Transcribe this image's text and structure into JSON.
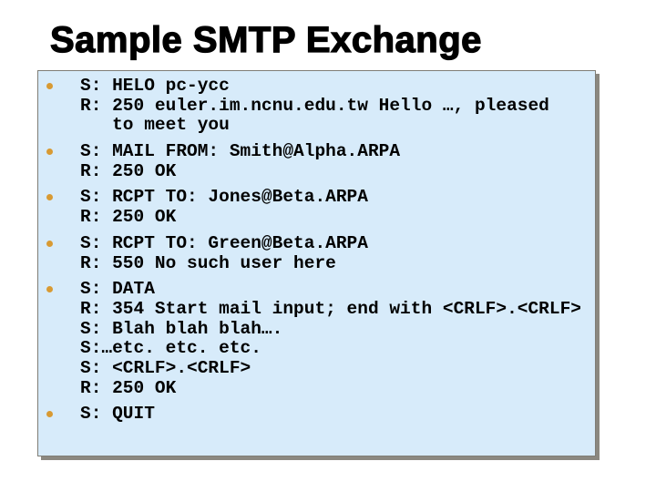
{
  "page": {
    "title": "Sample SMTP Exchange",
    "background_color": "#ffffff",
    "title_color": "#000000"
  },
  "panel": {
    "background": "#d7ebfa",
    "border_color": "#7f7d76",
    "shadow_color": "#8b8880",
    "bullet_color": "#d89a33",
    "text_color": "#000000",
    "groups": [
      {
        "lines": [
          {
            "bullet": true,
            "text": "S: HELO pc-ycc"
          },
          {
            "bullet": false,
            "text": "R: 250 euler.im.ncnu.edu.tw Hello …, pleased"
          },
          {
            "bullet": false,
            "text": "   to meet you"
          }
        ]
      },
      {
        "lines": [
          {
            "bullet": true,
            "text": "S: MAIL FROM: Smith@Alpha.ARPA"
          },
          {
            "bullet": false,
            "text": "R: 250 OK"
          }
        ]
      },
      {
        "lines": [
          {
            "bullet": true,
            "text": "S: RCPT TO: Jones@Beta.ARPA"
          },
          {
            "bullet": false,
            "text": "R: 250 OK"
          }
        ]
      },
      {
        "lines": [
          {
            "bullet": true,
            "text": "S: RCPT TO: Green@Beta.ARPA"
          },
          {
            "bullet": false,
            "text": "R: 550 No such user here"
          }
        ]
      },
      {
        "lines": [
          {
            "bullet": true,
            "text": "S: DATA"
          },
          {
            "bullet": false,
            "text": "R: 354 Start mail input; end with <CRLF>.<CRLF>"
          },
          {
            "bullet": false,
            "text": "S: Blah blah blah…."
          },
          {
            "bullet": false,
            "text": "S:…etc. etc. etc."
          },
          {
            "bullet": false,
            "text": "S: <CRLF>.<CRLF>"
          },
          {
            "bullet": false,
            "text": "R: 250 OK"
          }
        ]
      },
      {
        "lines": [
          {
            "bullet": true,
            "text": "S: QUIT"
          }
        ]
      }
    ]
  }
}
